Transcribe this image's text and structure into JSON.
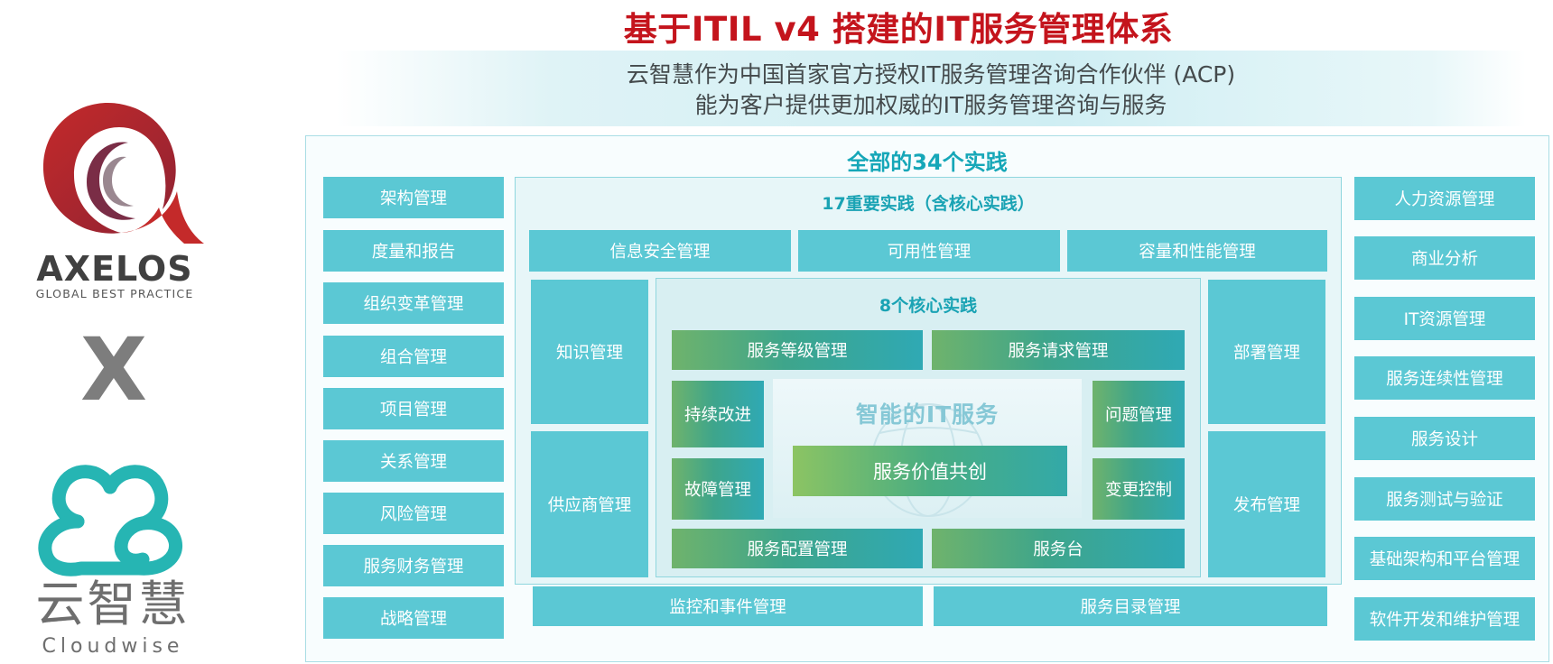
{
  "header": {
    "title": "基于ITIL v4 搭建的IT服务管理体系",
    "subtitle_line1": "云智慧作为中国首家官方授权IT服务管理咨询合作伙伴 (ACP)",
    "subtitle_line2": "能为客户提供更加权威的IT服务管理咨询与服务"
  },
  "logos": {
    "axelos_name": "AXELOS",
    "axelos_tagline": "GLOBAL BEST PRACTICE",
    "cross_mark": "X",
    "cloudwise_cn": "云智慧",
    "cloudwise_en": "Cloudwise",
    "colors": {
      "axelos_red": "#c42a2a",
      "axelos_dark": "#7a2d46",
      "cloudwise_teal": "#26b5b3"
    }
  },
  "diagram": {
    "title": "全部的34个实践",
    "left_column": [
      "架构管理",
      "度量和报告",
      "组织变革管理",
      "组合管理",
      "项目管理",
      "关系管理",
      "风险管理",
      "服务财务管理",
      "战略管理"
    ],
    "right_column": [
      "人力资源管理",
      "商业分析",
      "IT资源管理",
      "服务连续性管理",
      "服务设计",
      "服务测试与验证",
      "基础架构和平台管理",
      "软件开发和维护管理"
    ],
    "important": {
      "title": "17重要实践（含核心实践）",
      "top_row": [
        "信息安全管理",
        "可用性管理",
        "容量和性能管理"
      ],
      "left_side": [
        "知识管理",
        "供应商管理"
      ],
      "right_side": [
        "部署管理",
        "发布管理"
      ],
      "bottom_row": [
        "监控和事件管理",
        "服务目录管理"
      ]
    },
    "core": {
      "title": "8个核心实践",
      "top_row": [
        "服务等级管理",
        "服务请求管理"
      ],
      "left_side": [
        "持续改进",
        "故障管理"
      ],
      "right_side": [
        "问题管理",
        "变更控制"
      ],
      "bottom_row": [
        "服务配置管理",
        "服务台"
      ],
      "center_title": "智能的IT服务",
      "center_value": "服务价值共创"
    },
    "colors": {
      "tile": "#5bc8d4",
      "title": "#16a7b8",
      "core_gradient_start": "#6fb36c",
      "core_gradient_end": "#2fa9b4"
    }
  }
}
